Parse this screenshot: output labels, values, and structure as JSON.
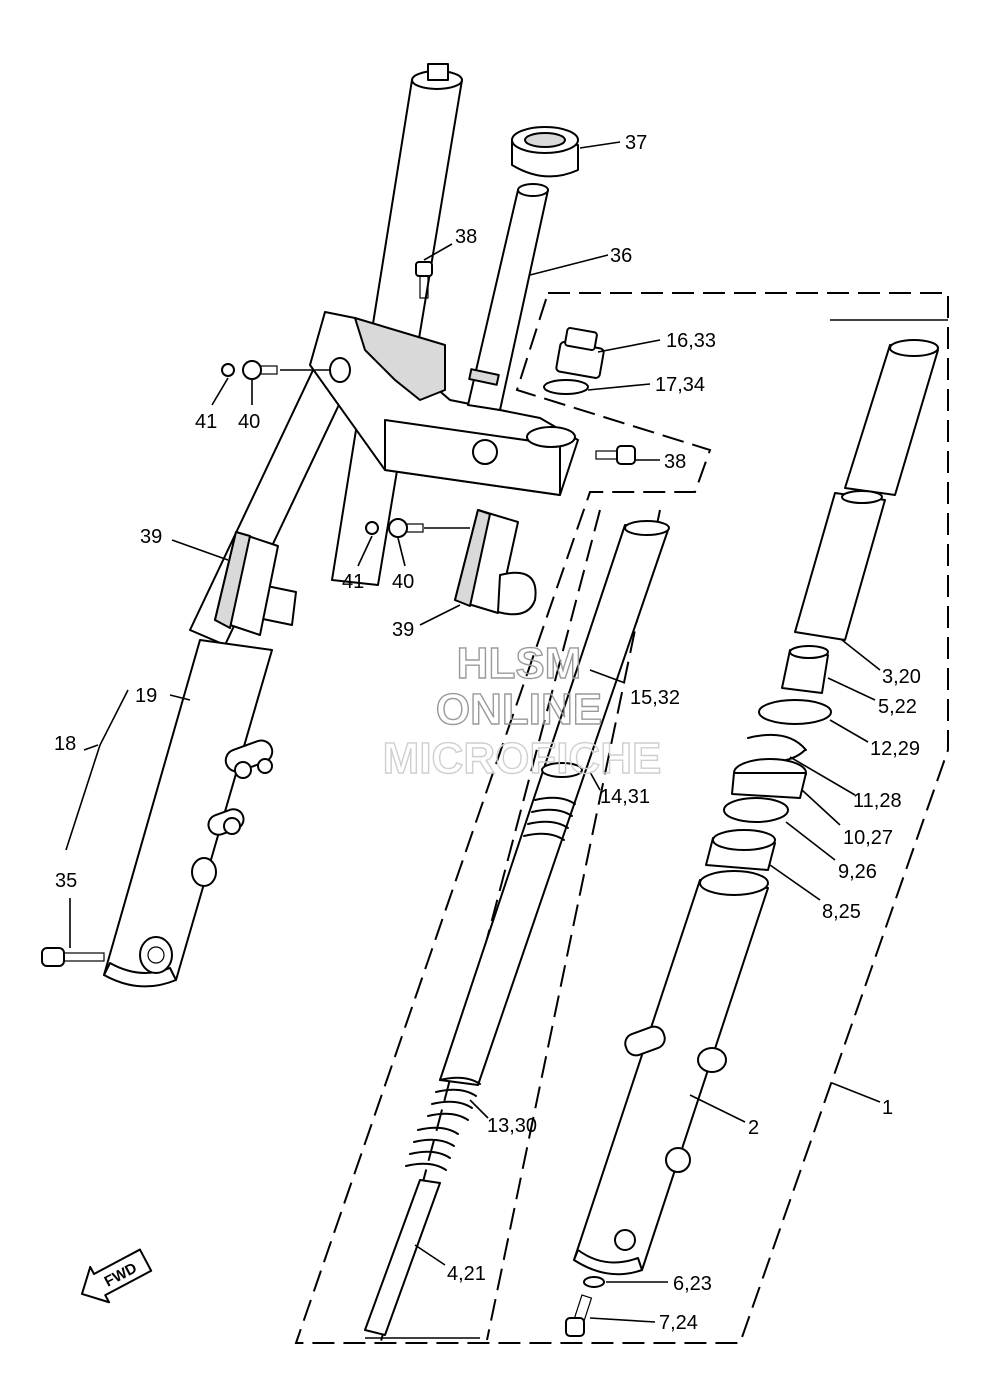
{
  "callouts": {
    "c37": "37",
    "c38a": "38",
    "c36": "36",
    "c16": "16,33",
    "c17": "17,34",
    "c38b": "38",
    "c41a": "41",
    "c40a": "40",
    "c41b": "41",
    "c40b": "40",
    "c39a": "39",
    "c39b": "39",
    "c19": "19",
    "c18": "18",
    "c35": "35",
    "c15": "15,32",
    "c14": "14,31",
    "c13": "13,30",
    "c4": "4,21",
    "c3": "3,20",
    "c5": "5,22",
    "c12": "12,29",
    "c11": "11,28",
    "c10": "10,27",
    "c9": "9,26",
    "c8": "8,25",
    "c1": "1",
    "c2": "2",
    "c6": "6,23",
    "c7": "7,24"
  },
  "watermark": {
    "line1": "HLSM",
    "line2": "ONLINE",
    "line3": "MICROFICHE"
  },
  "direction_badge": "FWD"
}
